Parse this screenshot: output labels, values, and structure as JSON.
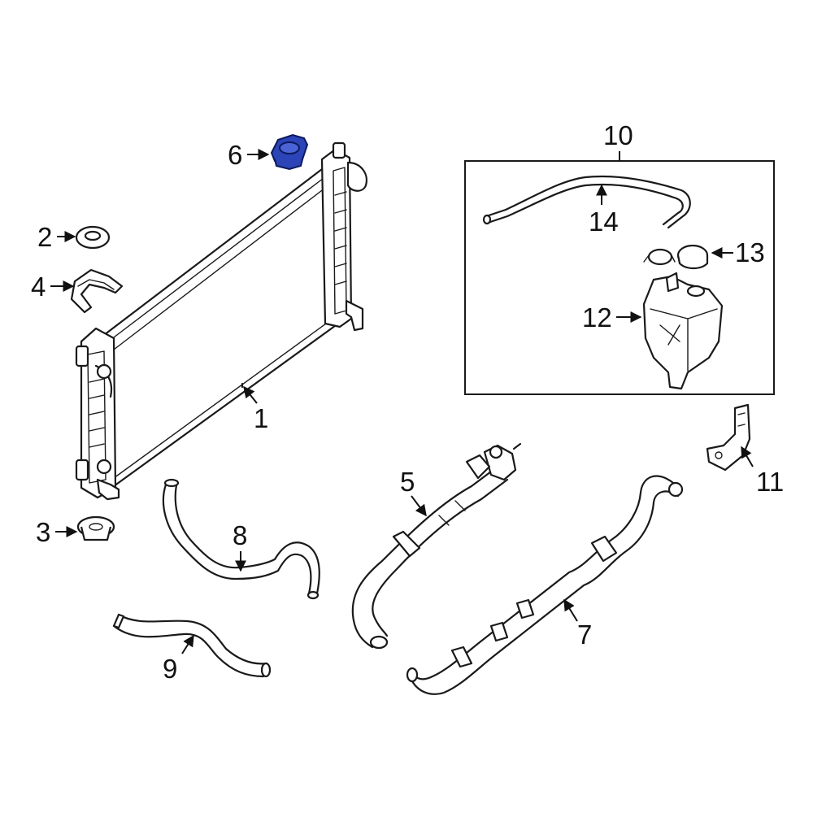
{
  "diagram": {
    "highlight_color": "#2b44b8",
    "line_color": "#1a1a1a",
    "callouts": {
      "c1": "1",
      "c2": "2",
      "c3": "3",
      "c4": "4",
      "c5": "5",
      "c6": "6",
      "c7": "7",
      "c8": "8",
      "c9": "9",
      "c10": "10",
      "c11": "11",
      "c12": "12",
      "c13": "13",
      "c14": "14"
    },
    "highlighted_part": "6"
  }
}
